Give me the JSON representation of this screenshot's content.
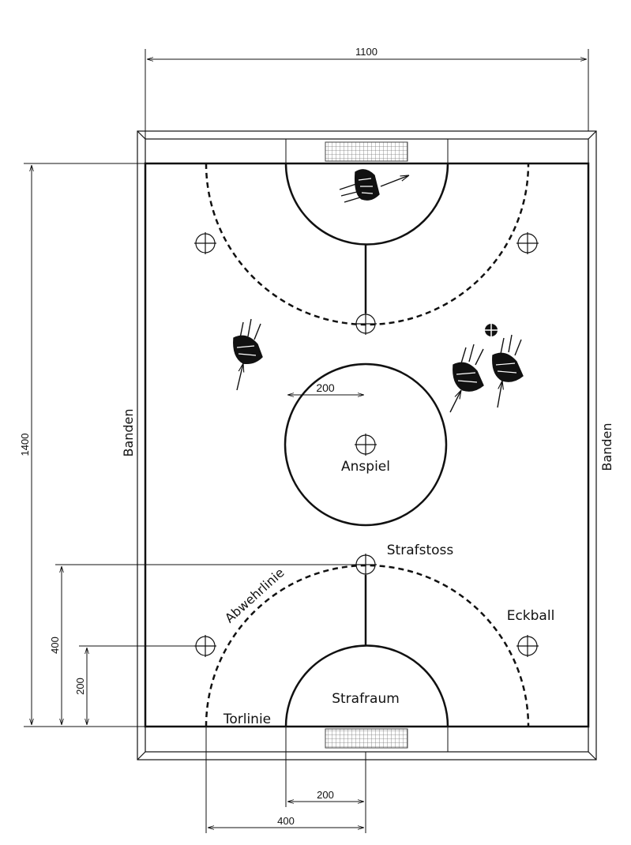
{
  "labels": {
    "banden_left": "Banden",
    "banden_right": "Banden",
    "anspiel": "Anspiel",
    "strafstoss": "Strafstoss",
    "abwehrlinie": "Abwehrlinie",
    "eckball": "Eckball",
    "strafraum": "Strafraum",
    "torlinie": "Torlinie"
  },
  "dimensions": {
    "width": "1100",
    "length": "1400",
    "center_radius": "200",
    "penalty_spot_distance": "400",
    "corner_spot_distance": "200",
    "bottom_small": "200",
    "bottom_large": "400"
  },
  "colors": {
    "line": "#111111",
    "background": "#ffffff",
    "net": "#888888"
  }
}
